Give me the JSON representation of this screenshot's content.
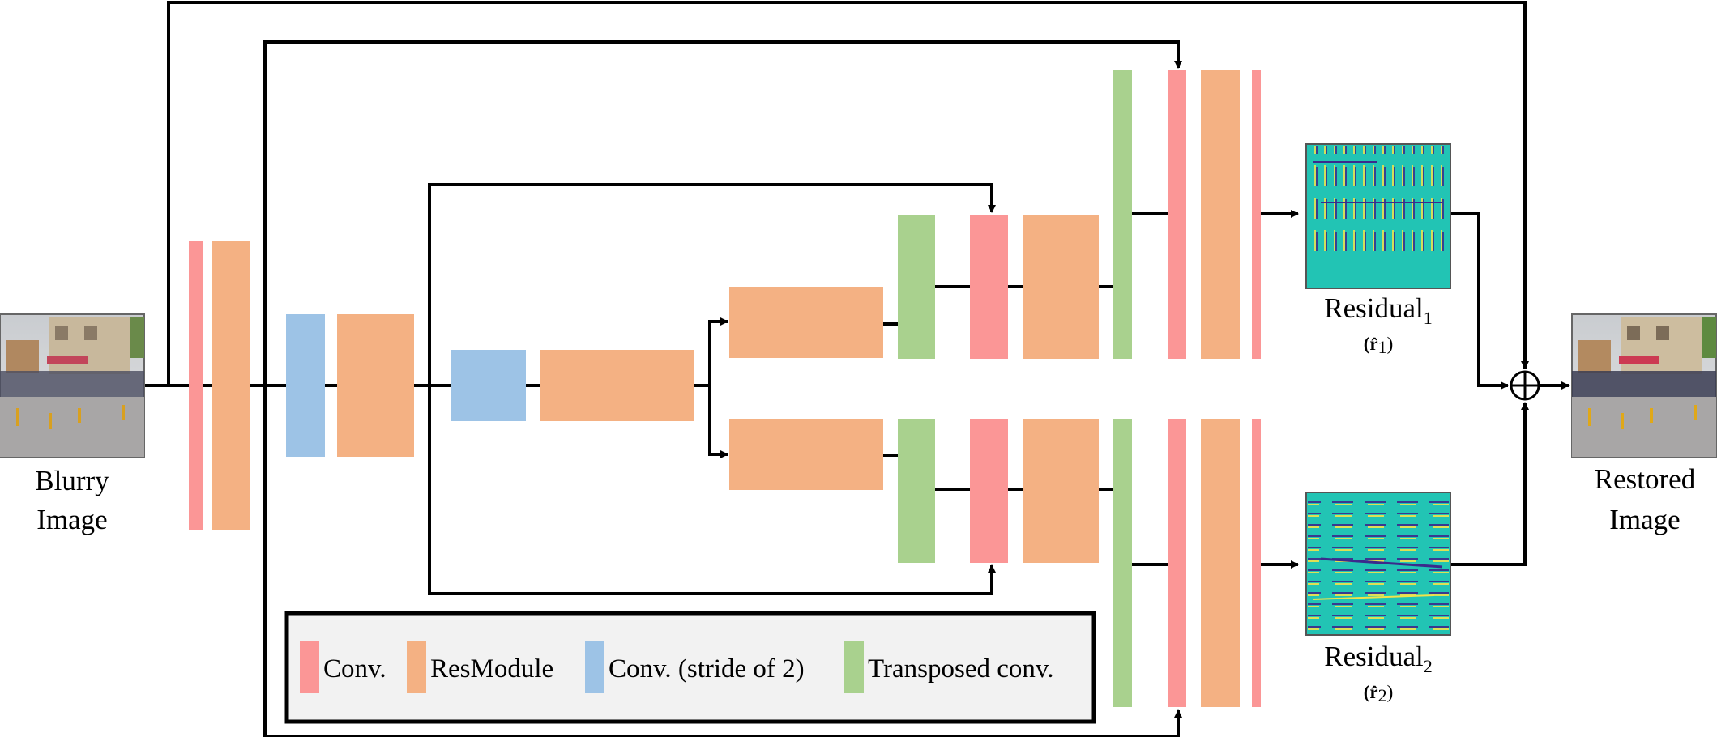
{
  "input_label": [
    "Blurry",
    "Image"
  ],
  "output_label": [
    "Restored",
    "Image"
  ],
  "residual1": {
    "name": "Residual",
    "sub": "1",
    "sym": "(r̂",
    "sym_sub": "1",
    "close": ")"
  },
  "residual2": {
    "name": "Residual",
    "sub": "2",
    "sym": "(r̂",
    "sym_sub": "2",
    "close": ")"
  },
  "legend": [
    {
      "label": "Conv.",
      "color": "#fb9696"
    },
    {
      "label": "ResModule",
      "color": "#f4b183"
    },
    {
      "label": "Conv. (stride of 2)",
      "color": "#9dc3e6"
    },
    {
      "label": "Transposed conv.",
      "color": "#a9d18e"
    }
  ],
  "colors": {
    "conv": "#fb9696",
    "resmodule": "#f4b183",
    "conv_stride2": "#9dc3e6",
    "transposed_conv": "#a9d18e",
    "legend_bg": "#f2f2f2",
    "residual_teal": "#22c4b4",
    "residual_edge": "#3b2a8c"
  }
}
